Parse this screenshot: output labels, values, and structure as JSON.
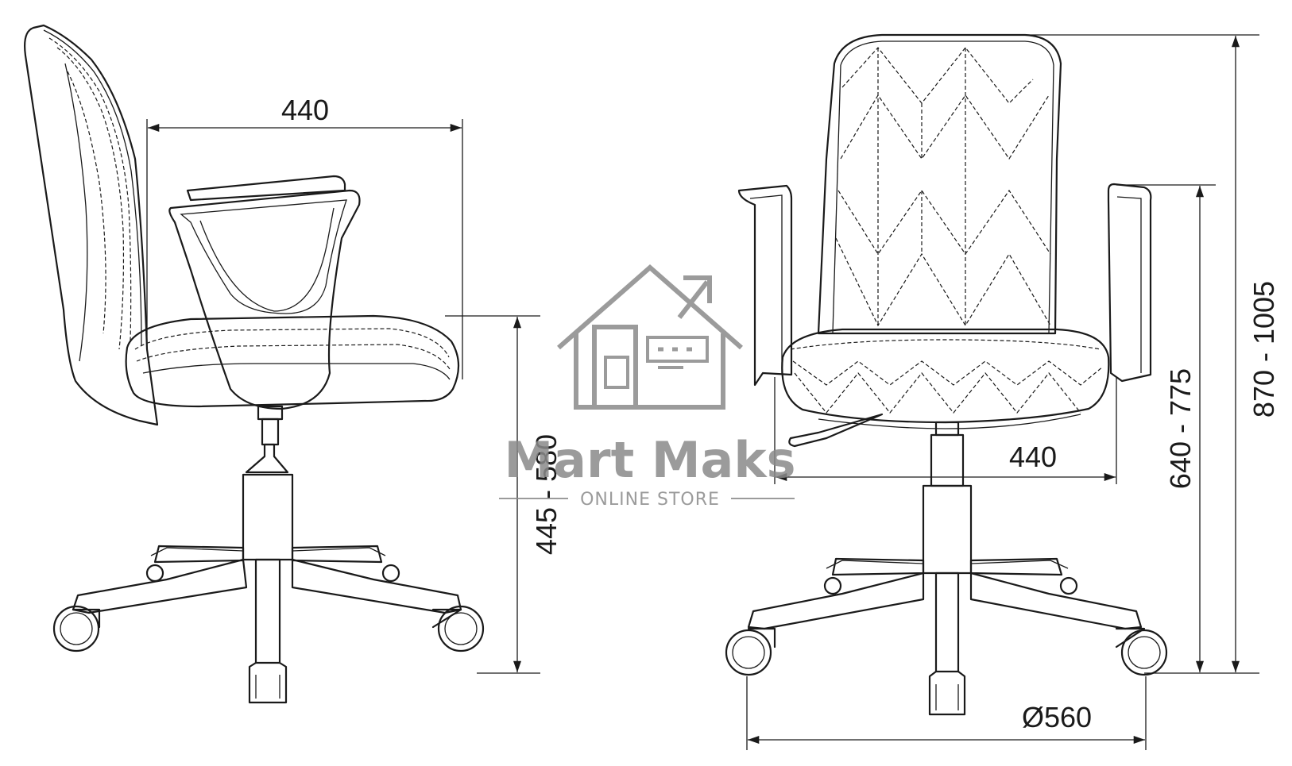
{
  "dimensions": {
    "seat_width_side": "440",
    "seat_height": "445 - 580",
    "seat_width_front": "440",
    "armrest_height": "640 - 775",
    "total_height": "870 - 1005",
    "base_diameter": "Ø560"
  },
  "watermark": {
    "brand": "Mart Maks",
    "tagline": "ONLINE STORE",
    "icon": "house-arrow-logo-icon",
    "color": "#8a8a8a"
  },
  "colors": {
    "line": "#1a1a1a",
    "background": "#ffffff"
  }
}
